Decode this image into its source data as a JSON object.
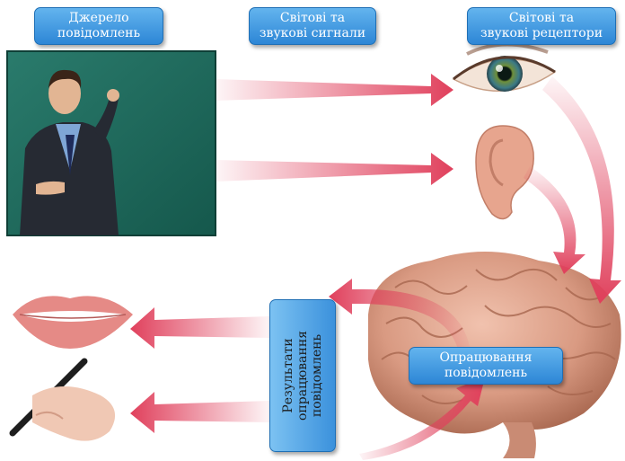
{
  "labels": {
    "source": "Джерело\nповідомлень",
    "signals": "Світові та\nзвукові сигнали",
    "receptors": "Світові та\nзвукові рецептори",
    "processing": "Опрацювання\nповідомлень",
    "results": "Результати\nопрацювання\nповідомлень"
  },
  "colors": {
    "arrow": "#e0405c",
    "box_top": "#63b4ee",
    "box_bottom": "#2d86d6",
    "board": "#1f6b5e",
    "brain": "#d99a82"
  },
  "icons": [
    "teacher-image",
    "eye-image",
    "ear-image",
    "brain-image",
    "lips-image",
    "writing-hand-image"
  ]
}
